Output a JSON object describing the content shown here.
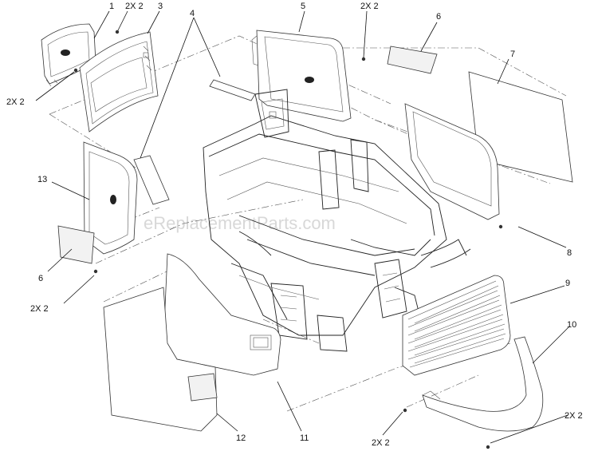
{
  "watermark": "eReplacementParts.com",
  "callouts": [
    {
      "id": "c1",
      "text": "1"
    },
    {
      "id": "c2x2a",
      "text": "2X 2"
    },
    {
      "id": "c3",
      "text": "3"
    },
    {
      "id": "c4",
      "text": "4"
    },
    {
      "id": "c5",
      "text": "5"
    },
    {
      "id": "c2x2b",
      "text": "2X 2"
    },
    {
      "id": "c6a",
      "text": "6"
    },
    {
      "id": "c7",
      "text": "7"
    },
    {
      "id": "c2x2c",
      "text": "2X 2"
    },
    {
      "id": "c13",
      "text": "13"
    },
    {
      "id": "c8",
      "text": "8"
    },
    {
      "id": "c6b",
      "text": "6"
    },
    {
      "id": "c9",
      "text": "9"
    },
    {
      "id": "c2x2d",
      "text": "2X 2"
    },
    {
      "id": "c10",
      "text": "10"
    },
    {
      "id": "c2x2e",
      "text": "2X 2"
    },
    {
      "id": "c12",
      "text": "12"
    },
    {
      "id": "c11",
      "text": "11"
    },
    {
      "id": "c2x2f",
      "text": "2X 2"
    }
  ]
}
